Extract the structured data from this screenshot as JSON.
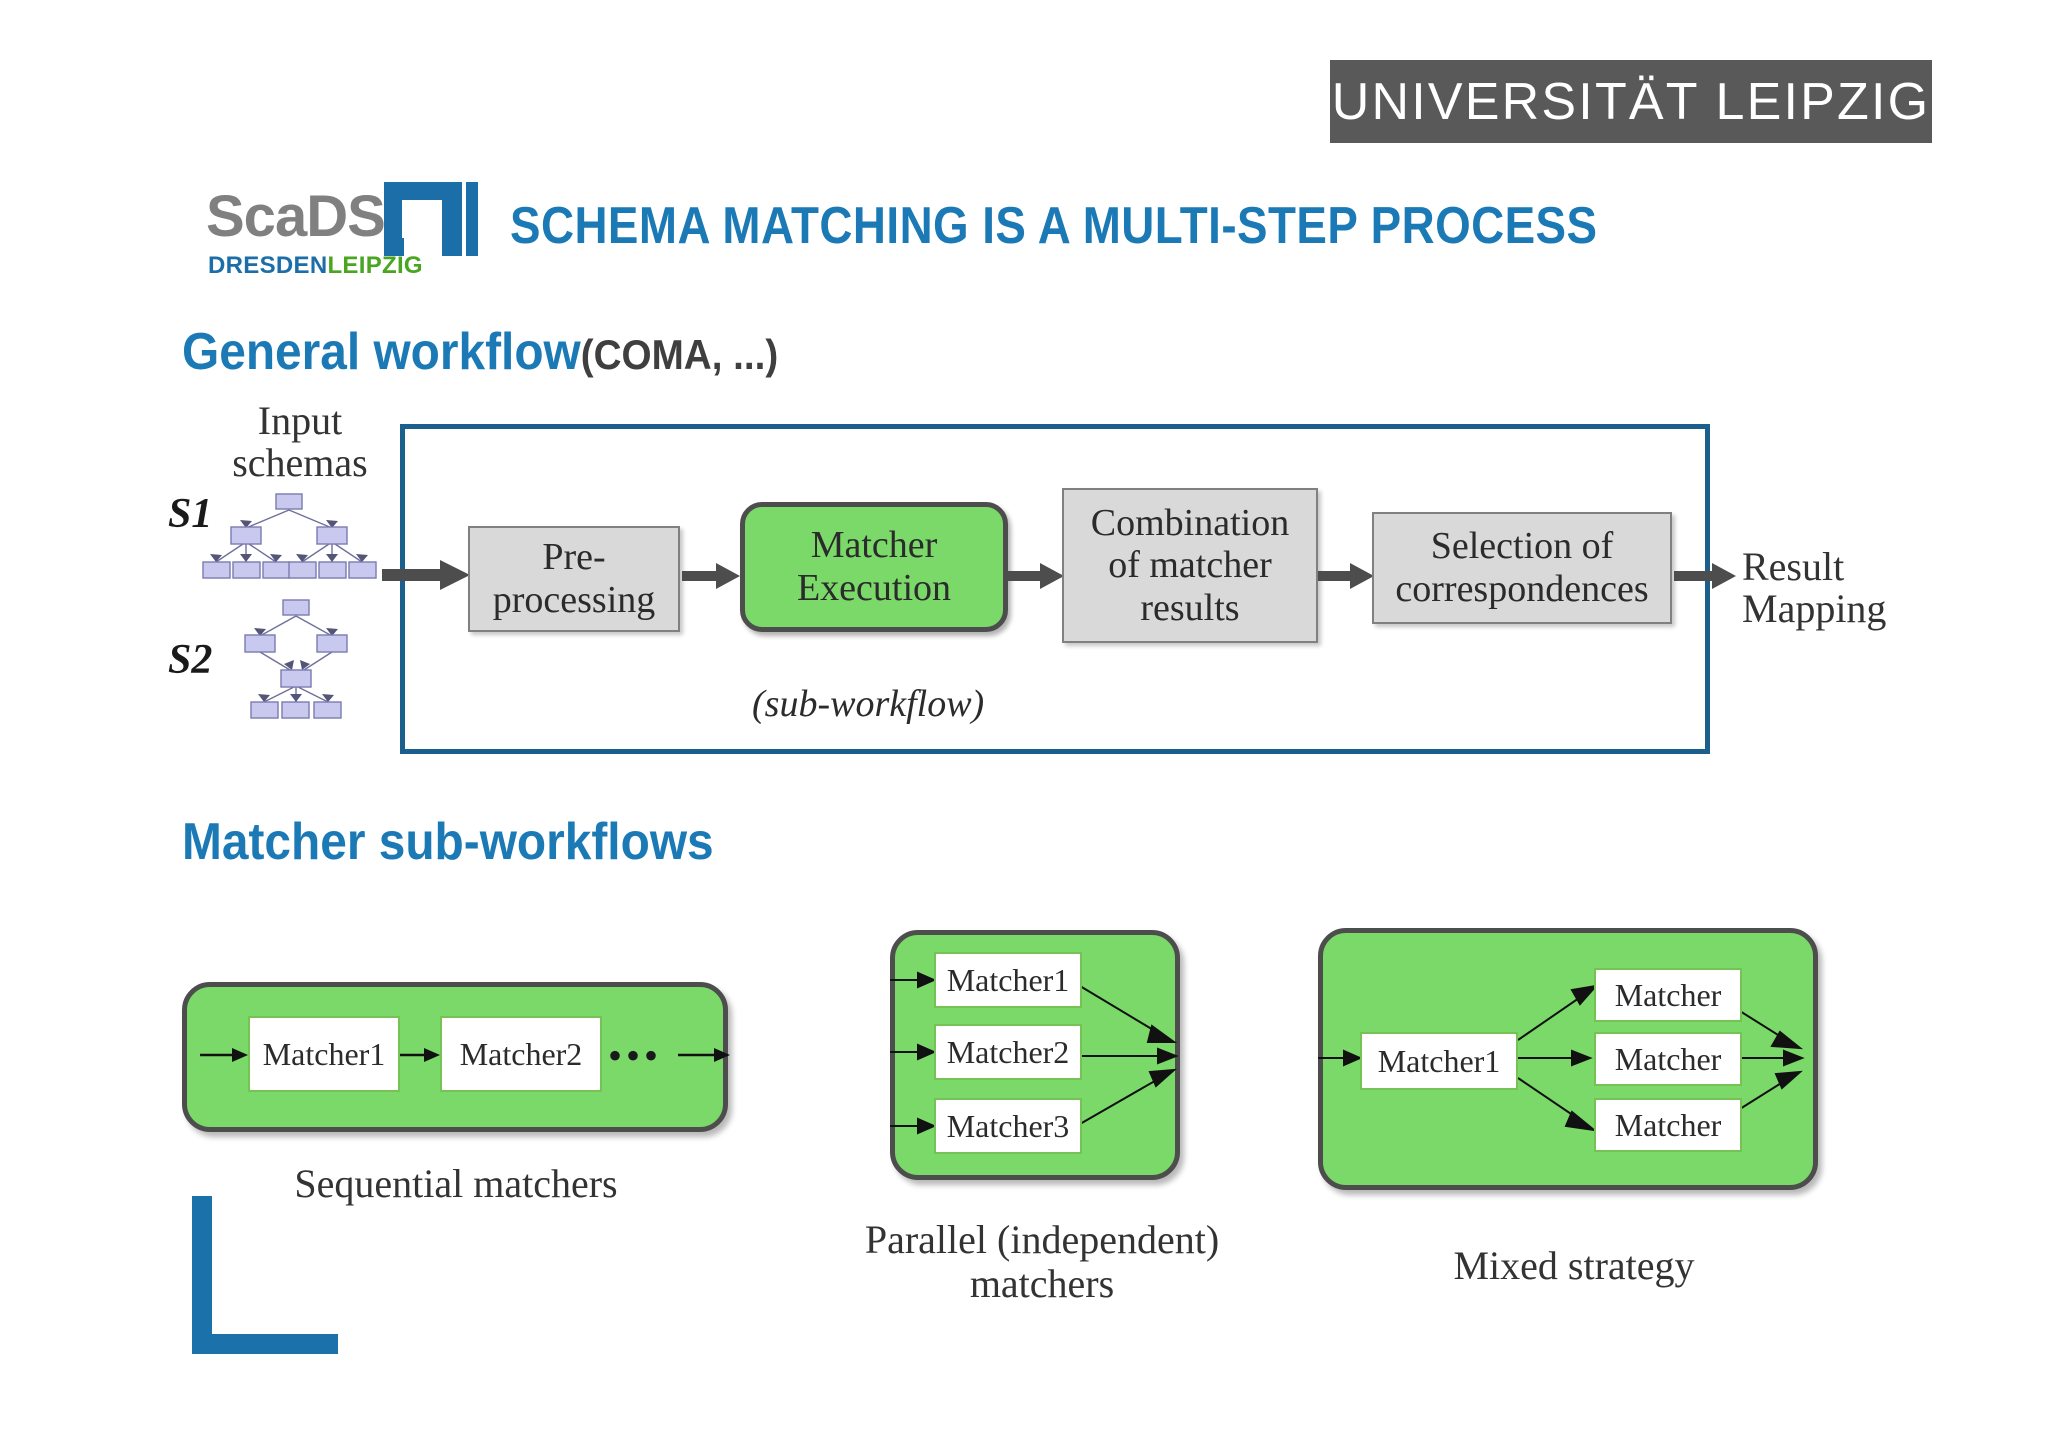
{
  "branding": {
    "university_logo_text": "UNIVERSITÄT LEIPZIG",
    "scads_word": "ScaDS",
    "scads_sub_dresden": "DRESDEN",
    "scads_sub_leipzig": "LEIPZIG",
    "colors": {
      "title_blue": "#1b7ab5",
      "frame_blue": "#1b5f8c",
      "accent_green": "#7bd96a",
      "box_gray": "#d9d9d9",
      "logo_gray": "#595959",
      "scads_gray": "#808080",
      "scads_blue": "#1b6ea8",
      "scads_green": "#4aa520",
      "schema_node": "#c9c9f0"
    }
  },
  "header": {
    "title": "SCHEMA MATCHING IS A MULTI-STEP PROCESS"
  },
  "section_general": {
    "heading_main": "General workflow",
    "heading_sub": "(COMA, ...)",
    "input_label": "Input schemas",
    "schema_tags": [
      "S1",
      "S2"
    ],
    "steps": [
      {
        "label": "Pre-processing",
        "line1": "Pre-",
        "line2": "processing",
        "style": "gray"
      },
      {
        "label": "Matcher Execution",
        "line1": "Matcher",
        "line2": "Execution",
        "style": "green"
      },
      {
        "label": "Combination of matcher results",
        "line1": "Combination",
        "line2": "of matcher",
        "line3": "results",
        "style": "gray"
      },
      {
        "label": "Selection of correspondences",
        "line1": "Selection of",
        "line2": "correspondences",
        "style": "gray"
      }
    ],
    "sub_workflow_label": "(sub-workflow)",
    "result_label_line1": "Result",
    "result_label_line2": "Mapping"
  },
  "section_subworkflows": {
    "heading": "Matcher sub-workflows",
    "variants": [
      {
        "name": "sequential",
        "caption": "Sequential matchers",
        "matchers": [
          "Matcher1",
          "Matcher2"
        ],
        "ellipsis": "•••"
      },
      {
        "name": "parallel",
        "caption_line1": "Parallel (independent)",
        "caption_line2": "matchers",
        "matchers": [
          "Matcher1",
          "Matcher2",
          "Matcher3"
        ]
      },
      {
        "name": "mixed",
        "caption": "Mixed strategy",
        "first_matcher": "Matcher1",
        "matchers": [
          "Matcher",
          "Matcher",
          "Matcher"
        ]
      }
    ]
  }
}
